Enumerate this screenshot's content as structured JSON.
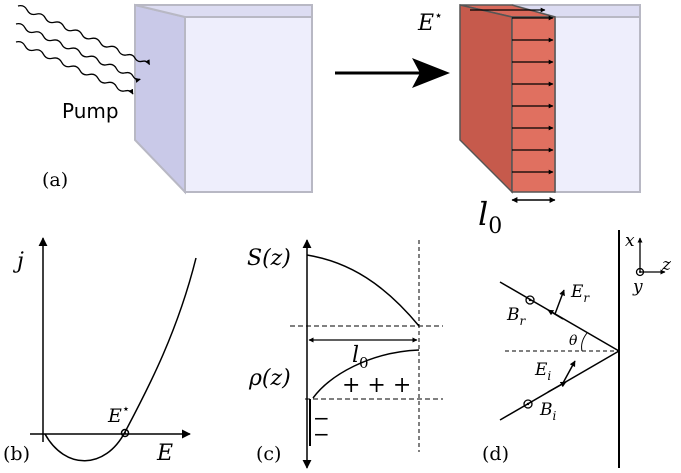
{
  "panel_a": {
    "label": "(a)",
    "pump_text": "Pump",
    "field_symbol": "E",
    "field_superscript": "⋆",
    "length_symbol": "l",
    "length_subscript": "0"
  },
  "panel_b": {
    "label": "(b)",
    "y_axis": "j",
    "x_axis": "E",
    "point_symbol": "E",
    "point_superscript": "⋆"
  },
  "panel_c": {
    "label": "(c)",
    "top_label": "S(z)",
    "bottom_label": "ρ(z)",
    "length_symbol": "l",
    "length_subscript": "0",
    "plus_signs": "+ + +",
    "minus_signs": [
      "−",
      "−"
    ]
  },
  "panel_d": {
    "label": "(d)",
    "axis_x": "x",
    "axis_z": "z",
    "axis_y": "y",
    "reflected_E": "E",
    "reflected_E_sub": "r",
    "reflected_B": "B",
    "reflected_B_sub": "r",
    "incident_E": "E",
    "incident_E_sub": "i",
    "incident_B": "B",
    "incident_B_sub": "i",
    "angle": "θ"
  },
  "colors": {
    "block_front": "#eeeefc",
    "block_side": "#c9c9e8",
    "block_top": "#dcdcf2",
    "block_edge": "#b8b8c4",
    "excited_layer": "#e07060",
    "excited_layer_dark": "#c65a4c",
    "line": "#000000"
  }
}
